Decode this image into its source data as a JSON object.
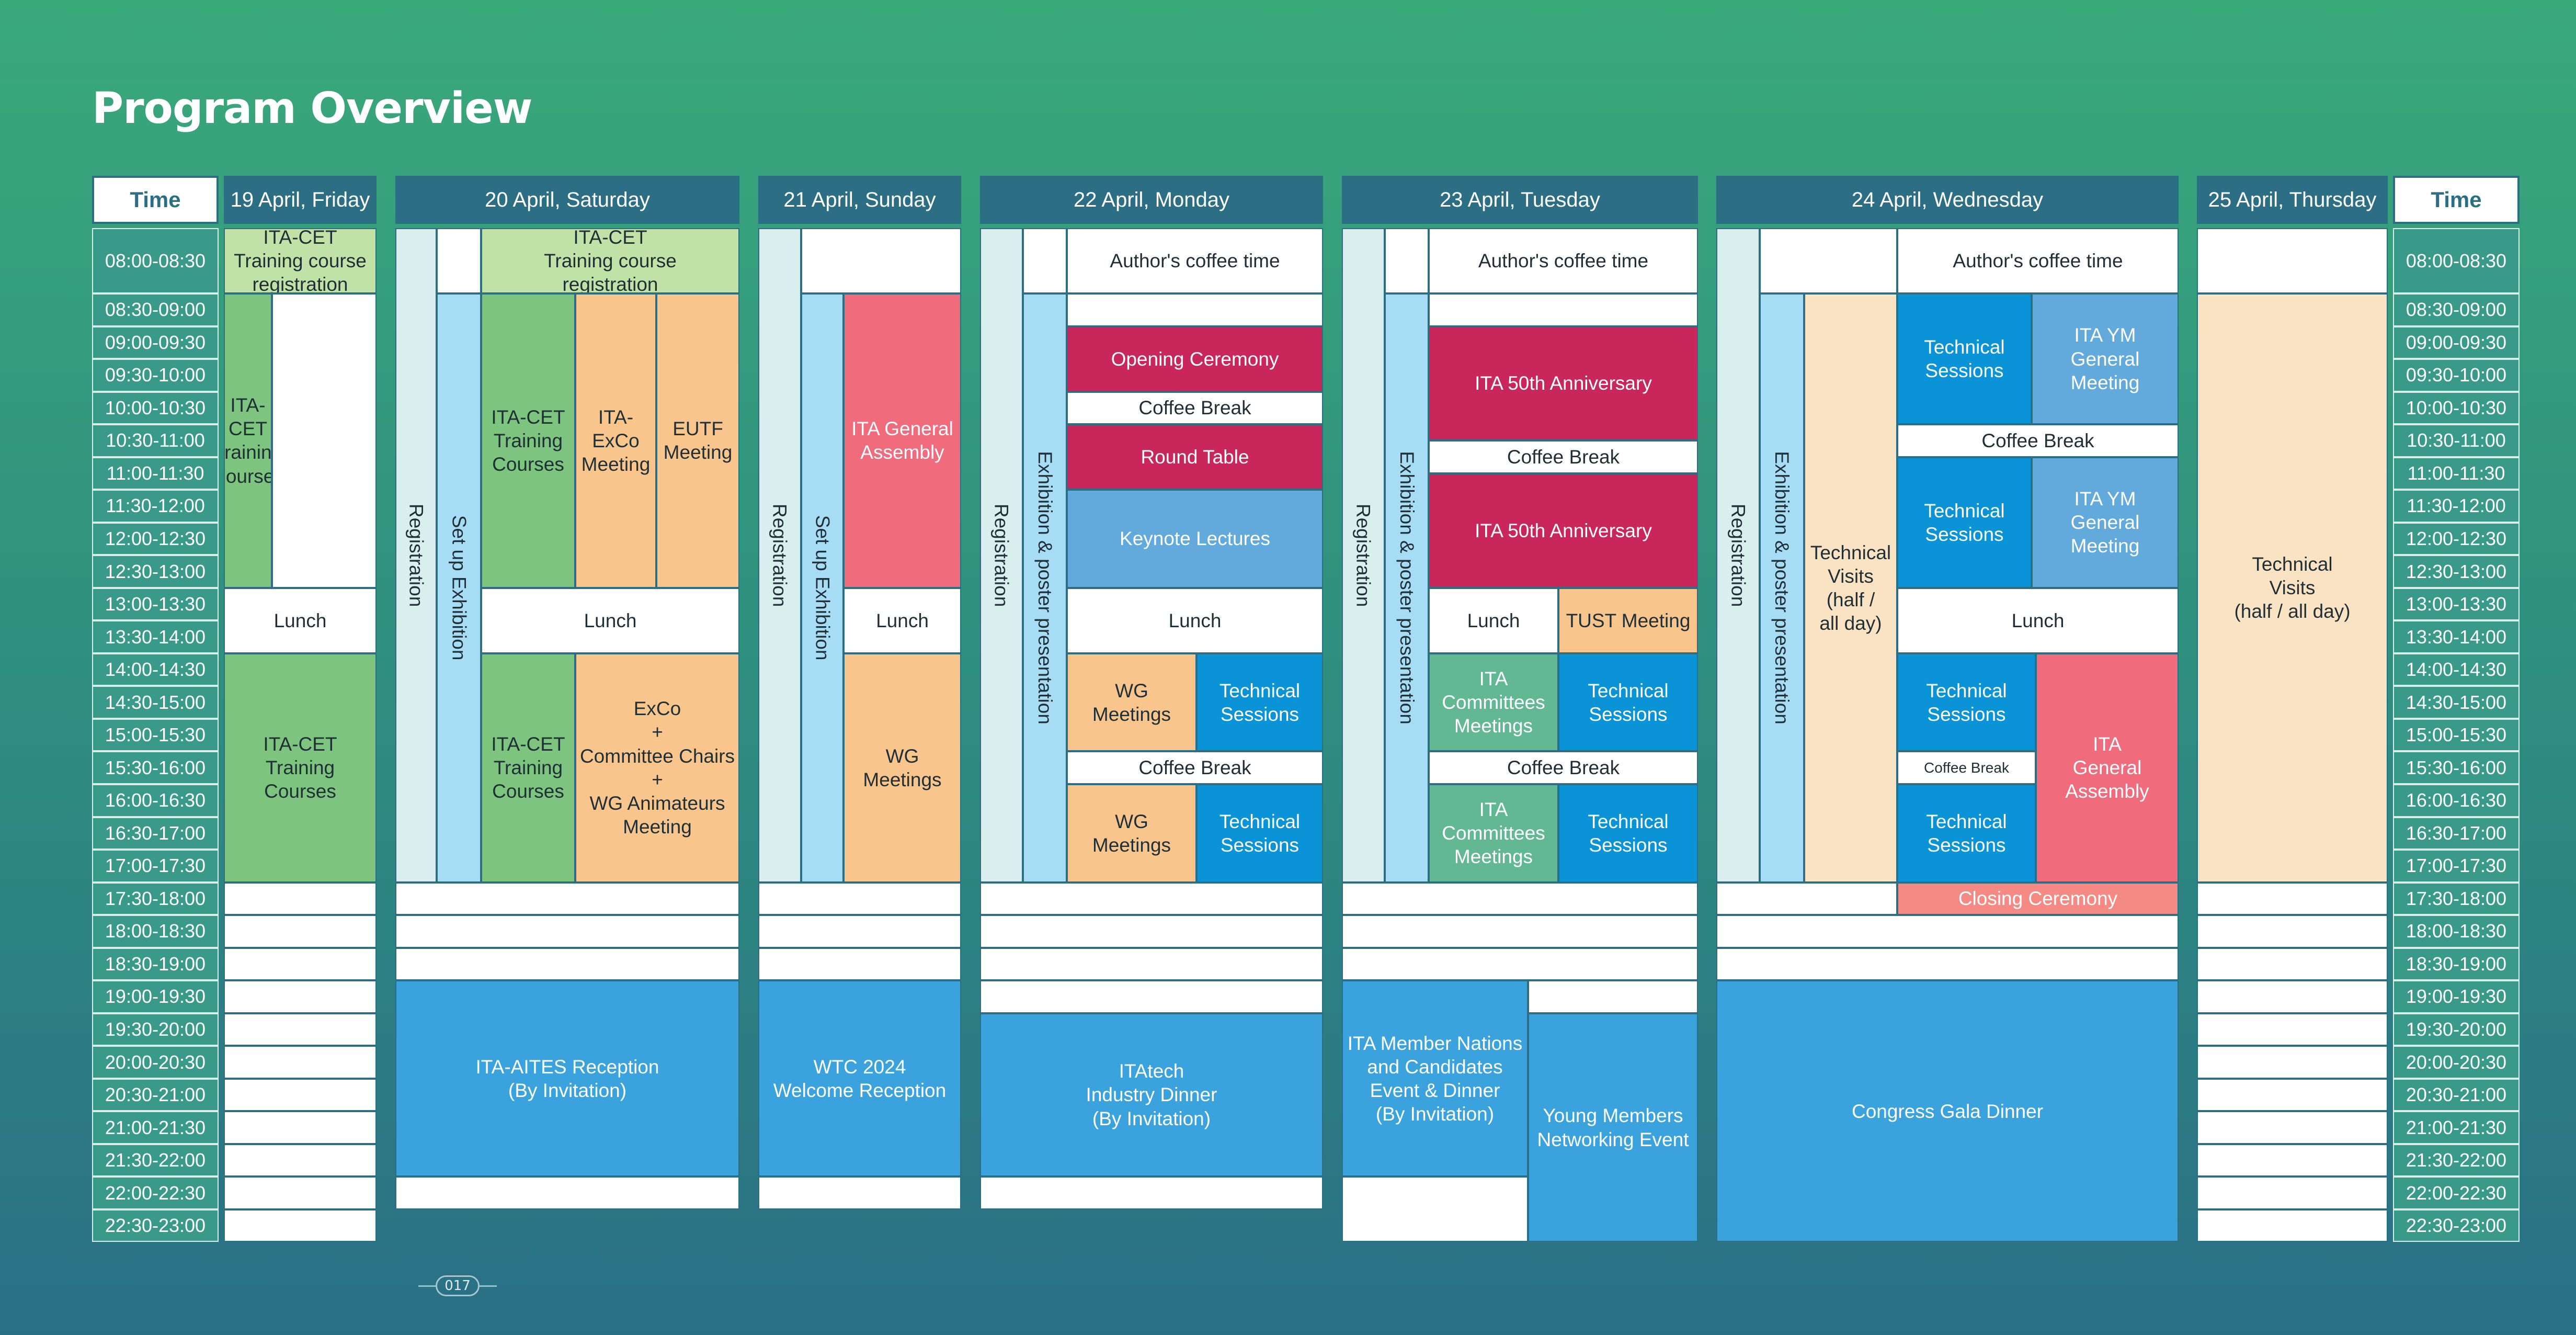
{
  "page": {
    "title": "Program Overview",
    "page_number": "017",
    "time_header": "Time"
  },
  "days": [
    "19 April, Friday",
    "20 April, Saturday",
    "21 April, Sunday",
    "22 April, Monday",
    "23 April, Tuesday",
    "24 April, Wednesday",
    "25 April, Thursday"
  ],
  "times": [
    "08:00-08:30",
    "08:30-09:00",
    "09:00-09:30",
    "09:30-10:00",
    "10:00-10:30",
    "10:30-11:00",
    "11:00-11:30",
    "11:30-12:00",
    "12:00-12:30",
    "12:30-13:00",
    "13:00-13:30",
    "13:30-14:00",
    "14:00-14:30",
    "14:30-15:00",
    "15:00-15:30",
    "15:30-16:00",
    "16:00-16:30",
    "16:30-17:00",
    "17:00-17:30",
    "17:30-18:00",
    "18:00-18:30",
    "18:30-19:00",
    "19:00-19:30",
    "19:30-20:00",
    "20:00-20:30",
    "20:30-21:00",
    "21:00-21:30",
    "21:30-22:00",
    "22:00-22:30",
    "22:30-23:00"
  ],
  "events": [
    {
      "name": "ITA-CET\nTraining course\nregistration",
      "style": "lg"
    },
    {
      "name": "ITA-CET\nTraining\nCourses",
      "style": "ig"
    },
    {
      "name": "Lunch",
      "style": "w"
    },
    {
      "name": "Registration",
      "style": "rl"
    },
    {
      "name": "Set up Exhibition",
      "style": "sb"
    },
    {
      "name": "ITA-ExCo\nMeeting",
      "style": "or"
    },
    {
      "name": "EUTF\nMeeting",
      "style": "or"
    },
    {
      "name": "ExCo\n+\nCommittee Chairs\n+\nWG Animateurs\nMeeting",
      "style": "or"
    },
    {
      "name": "ITA-AITES Reception\n(By Invitation)",
      "style": "eb"
    },
    {
      "name": "ITA General\nAssembly",
      "style": "pk"
    },
    {
      "name": "WG\nMeetings",
      "style": "or"
    },
    {
      "name": "WTC 2024\nWelcome Reception",
      "style": "eb"
    },
    {
      "name": "Exhibition & poster presentation",
      "style": "sb"
    },
    {
      "name": "Author's coffee time",
      "style": "w"
    },
    {
      "name": "Opening Ceremony",
      "style": "cr"
    },
    {
      "name": "Coffee Break",
      "style": "w"
    },
    {
      "name": "Round Table",
      "style": "cr"
    },
    {
      "name": "Keynote Lectures",
      "style": "mb"
    },
    {
      "name": "Technical\nSessions",
      "style": "bl"
    },
    {
      "name": "ITAtech\nIndustry Dinner\n(By Invitation)",
      "style": "eb"
    },
    {
      "name": "ITA 50th Anniversary",
      "style": "cr"
    },
    {
      "name": "TUST Meeting",
      "style": "or"
    },
    {
      "name": "ITA\nCommittees\nMeetings",
      "style": "tg"
    },
    {
      "name": "ITA Member Nations\nand Candidates\nEvent & Dinner\n(By Invitation)",
      "style": "eb"
    },
    {
      "name": "Young Members\nNetworking Event",
      "style": "eb"
    },
    {
      "name": "Technical\nVisits\n(half /\nall day)",
      "style": "bg"
    },
    {
      "name": "ITA YM\nGeneral\nMeeting",
      "style": "mb"
    },
    {
      "name": "ITA\nGeneral\nAssembly",
      "style": "pk"
    },
    {
      "name": "Closing Ceremony",
      "style": "sal"
    },
    {
      "name": "Congress Gala Dinner",
      "style": "eb"
    },
    {
      "name": "Technical\nVisits\n(half / all day)",
      "style": "bg"
    }
  ]
}
